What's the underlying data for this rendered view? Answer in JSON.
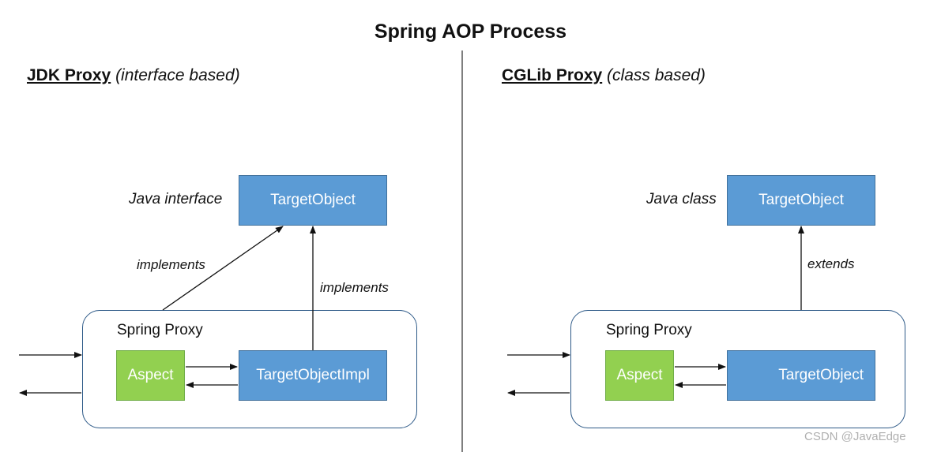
{
  "title": "Spring AOP Process",
  "left": {
    "heading": "JDK Proxy",
    "subheading": "(interface based)",
    "type_label": "Java interface",
    "target_label": "TargetObject",
    "implements_left": "implements",
    "implements_right": "implements",
    "proxy_label": "Spring Proxy",
    "aspect_label": "Aspect",
    "impl_label": "TargetObjectImpl"
  },
  "right": {
    "heading": "CGLib Proxy",
    "subheading": "(class based)",
    "type_label": "Java class",
    "target_label": "TargetObject",
    "extends_label": "extends",
    "proxy_label": "Spring Proxy",
    "aspect_label": "Aspect",
    "inner_target_label": "TargetObject"
  },
  "watermark": "CSDN @JavaEdge",
  "colors": {
    "box_blue": "#5b9bd5",
    "box_green": "#92d050",
    "proxy_border": "#2e5a88"
  }
}
